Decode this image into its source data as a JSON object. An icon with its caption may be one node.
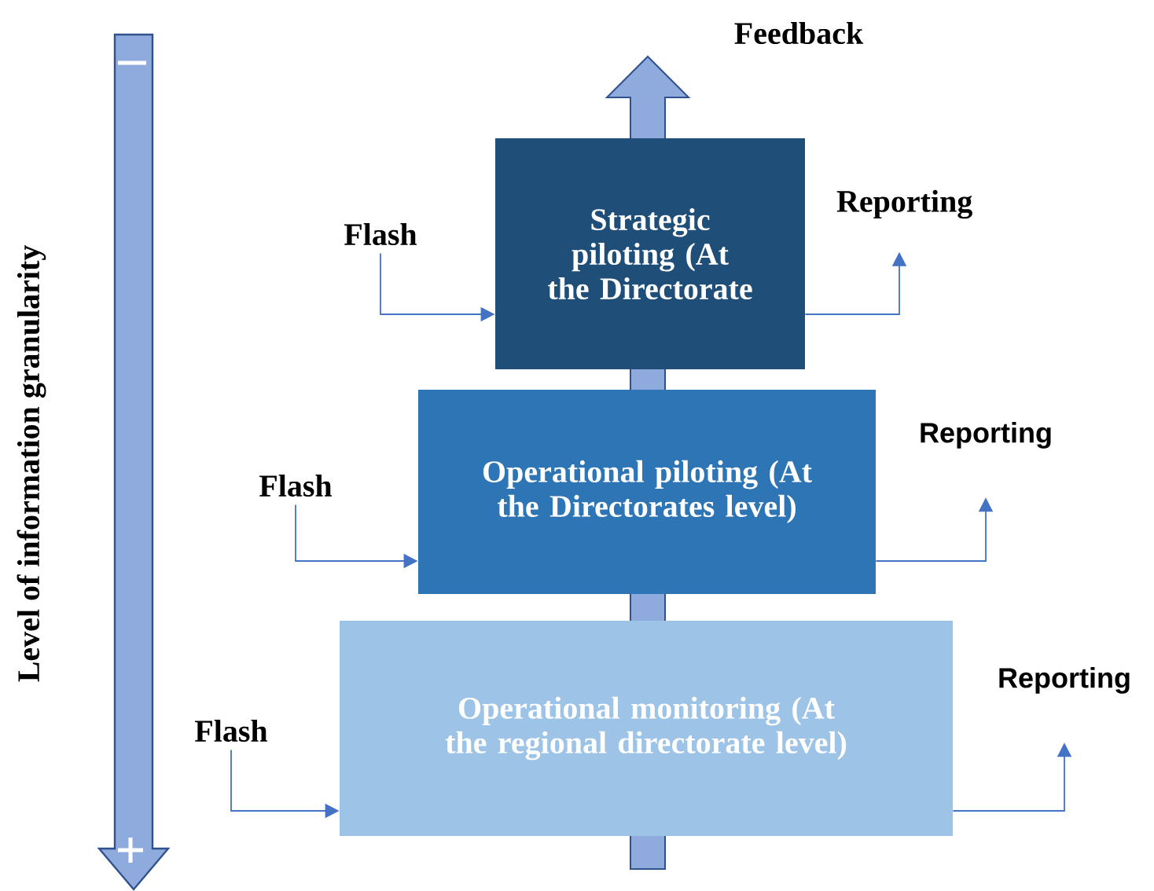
{
  "diagram": {
    "nodes": [
      {
        "text": [
          "Strategic piloting (At the Directorate"
        ]
      },
      {
        "text": [
          "Operational piloting (At the Directorates level)"
        ]
      },
      {
        "text": [
          "Operational monitoring (At the regional directorate level)"
        ]
      },
      {
        "text": [
          "Flash"
        ]
      },
      {
        "text": [
          "Flash"
        ]
      },
      {
        "text": [
          "Flash"
        ]
      },
      {
        "text": [
          "Reporting"
        ]
      },
      {
        "text": [
          "Reporting"
        ]
      },
      {
        "text": [
          "Reporting"
        ]
      }
    ],
    "edges": [
      {
        "from": 3,
        "to": 0,
        "arrow": "to"
      },
      {
        "from": 4,
        "to": 1,
        "arrow": "to"
      },
      {
        "from": 5,
        "to": 2,
        "arrow": "to"
      },
      {
        "from": 0,
        "to": 6,
        "arrow": "to"
      },
      {
        "from": 1,
        "to": 7,
        "arrow": "to"
      },
      {
        "from": 2,
        "to": 8,
        "arrow": "to"
      }
    ],
    "labels": [
      "Level of information granularity",
      "Feedback"
    ]
  }
}
